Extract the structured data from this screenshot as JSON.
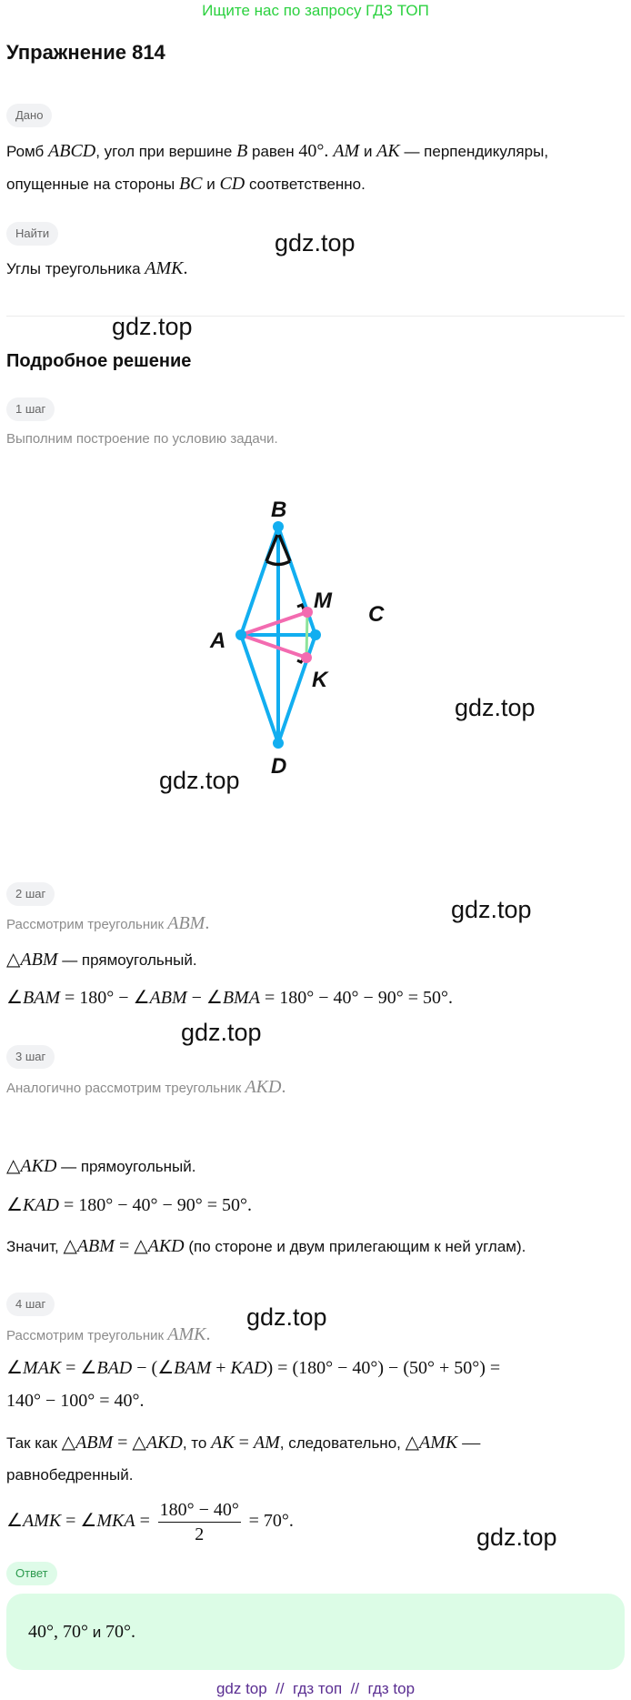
{
  "banner": "Ищите нас по запросу ГДЗ ТОП",
  "title": "Упражнение 814",
  "given": {
    "chip": "Дано",
    "line1": [
      {
        "v": "Ромб ",
        "m": "t"
      },
      {
        "v": "ABCD",
        "m": "i"
      },
      {
        "v": ", угол при вершине ",
        "m": "t"
      },
      {
        "v": "B",
        "m": "i"
      },
      {
        "v": " равен ",
        "m": "t"
      },
      {
        "v": "40°",
        "m": "r"
      },
      {
        "v": ". ",
        "m": "r"
      },
      {
        "v": "AM",
        "m": "i"
      },
      {
        "v": " и ",
        "m": "t"
      },
      {
        "v": "AK",
        "m": "i"
      },
      {
        "v": " — перпендикуляры,",
        "m": "t"
      }
    ],
    "line2": [
      {
        "v": "опущенные на стороны ",
        "m": "t"
      },
      {
        "v": "BC",
        "m": "i"
      },
      {
        "v": " и ",
        "m": "t"
      },
      {
        "v": "CD",
        "m": "i"
      },
      {
        "v": " соответственно.",
        "m": "t"
      }
    ]
  },
  "find": {
    "chip": "Найти",
    "line1": [
      {
        "v": "Углы треугольника ",
        "m": "t"
      },
      {
        "v": "AMK",
        "m": "i"
      },
      {
        "v": ".",
        "m": "r"
      }
    ]
  },
  "solution_title": "Подробное решение",
  "watermark": "gdz.top",
  "diagram": {
    "labels": {
      "B": "B",
      "M": "M",
      "C": "C",
      "A": "A",
      "K": "K",
      "D": "D"
    },
    "colors": {
      "rhombus": "#12aef0",
      "perpendiculars": "#f36bb0",
      "mk": "#8ee39a",
      "angle": "#111111"
    }
  },
  "steps": [
    {
      "chip": "1 шаг",
      "desc": [
        {
          "v": "Выполним построение по условию задачи.",
          "m": "t"
        }
      ]
    },
    {
      "chip": "2 шаг",
      "desc": [
        {
          "v": "Рассмотрим треугольник ",
          "m": "t"
        },
        {
          "v": "ABM",
          "m": "i"
        },
        {
          "v": ".",
          "m": "r"
        }
      ],
      "l1": [
        {
          "v": "△",
          "m": "r"
        },
        {
          "v": "ABM",
          "m": "i"
        },
        {
          "v": " — прямоугольный.",
          "m": "t"
        }
      ],
      "l2": [
        {
          "v": "∠",
          "m": "r"
        },
        {
          "v": "BAM",
          "m": "i"
        },
        {
          "v": " = 180° − ∠",
          "m": "r"
        },
        {
          "v": "ABM",
          "m": "i"
        },
        {
          "v": " − ∠",
          "m": "r"
        },
        {
          "v": "BMA",
          "m": "i"
        },
        {
          "v": " = 180° − 40° − 90° = 50°.",
          "m": "r"
        }
      ]
    },
    {
      "chip": "3 шаг",
      "desc": [
        {
          "v": "Аналогично рассмотрим треугольник ",
          "m": "t"
        },
        {
          "v": "AKD",
          "m": "i"
        },
        {
          "v": ".",
          "m": "r"
        }
      ],
      "l1": [
        {
          "v": "△",
          "m": "r"
        },
        {
          "v": "AKD",
          "m": "i"
        },
        {
          "v": " — прямоугольный.",
          "m": "t"
        }
      ],
      "l2": [
        {
          "v": "∠",
          "m": "r"
        },
        {
          "v": "KAD",
          "m": "i"
        },
        {
          "v": " = 180° − 40° − 90° = 50°.",
          "m": "r"
        }
      ],
      "l3": [
        {
          "v": "Значит, ",
          "m": "t"
        },
        {
          "v": "△",
          "m": "r"
        },
        {
          "v": "ABM",
          "m": "i"
        },
        {
          "v": " = △",
          "m": "r"
        },
        {
          "v": "AKD",
          "m": "i"
        },
        {
          "v": " (по стороне и двум прилегающим к ней углам).",
          "m": "t"
        }
      ]
    },
    {
      "chip": "4 шаг",
      "desc": [
        {
          "v": "Рассмотрим треугольник ",
          "m": "t"
        },
        {
          "v": "AMK",
          "m": "i"
        },
        {
          "v": ".",
          "m": "r"
        }
      ],
      "l1": [
        {
          "v": "∠",
          "m": "r"
        },
        {
          "v": "MAK",
          "m": "i"
        },
        {
          "v": " = ∠",
          "m": "r"
        },
        {
          "v": "BAD",
          "m": "i"
        },
        {
          "v": " − (∠",
          "m": "r"
        },
        {
          "v": "BAM",
          "m": "i"
        },
        {
          "v": " + ",
          "m": "r"
        },
        {
          "v": "KAD",
          "m": "i"
        },
        {
          "v": ") = (180° − 40°) − (50° + 50°) =",
          "m": "r"
        }
      ],
      "l2": [
        {
          "v": "140° − 100° = 40°.",
          "m": "r"
        }
      ],
      "l3": [
        {
          "v": "Так как ",
          "m": "t"
        },
        {
          "v": "△",
          "m": "r"
        },
        {
          "v": "ABM",
          "m": "i"
        },
        {
          "v": " = △",
          "m": "r"
        },
        {
          "v": "AKD",
          "m": "i"
        },
        {
          "v": ", то ",
          "m": "t"
        },
        {
          "v": "AK",
          "m": "i"
        },
        {
          "v": " = ",
          "m": "r"
        },
        {
          "v": "AM",
          "m": "i"
        },
        {
          "v": ", следовательно, ",
          "m": "t"
        },
        {
          "v": "△",
          "m": "r"
        },
        {
          "v": "AMK",
          "m": "i"
        },
        {
          "v": " —",
          "m": "r"
        }
      ],
      "l4": [
        {
          "v": "равнобедренный.",
          "m": "t"
        }
      ],
      "l5_pre": [
        {
          "v": "∠",
          "m": "r"
        },
        {
          "v": "AMK",
          "m": "i"
        },
        {
          "v": " = ∠",
          "m": "r"
        },
        {
          "v": "MKA",
          "m": "i"
        },
        {
          "v": " =",
          "m": "r"
        }
      ],
      "l5_num": "180° − 40°",
      "l5_den": "2",
      "l5_post": [
        {
          "v": "= 70°.",
          "m": "r"
        }
      ]
    }
  ],
  "answer": {
    "chip": "Ответ",
    "line": [
      {
        "v": "40°, 70°",
        "m": "r"
      },
      {
        "v": " и ",
        "m": "t"
      },
      {
        "v": "70°.",
        "m": "r"
      }
    ]
  },
  "footer": "gdz top  //  гдз топ  //  гдз top"
}
